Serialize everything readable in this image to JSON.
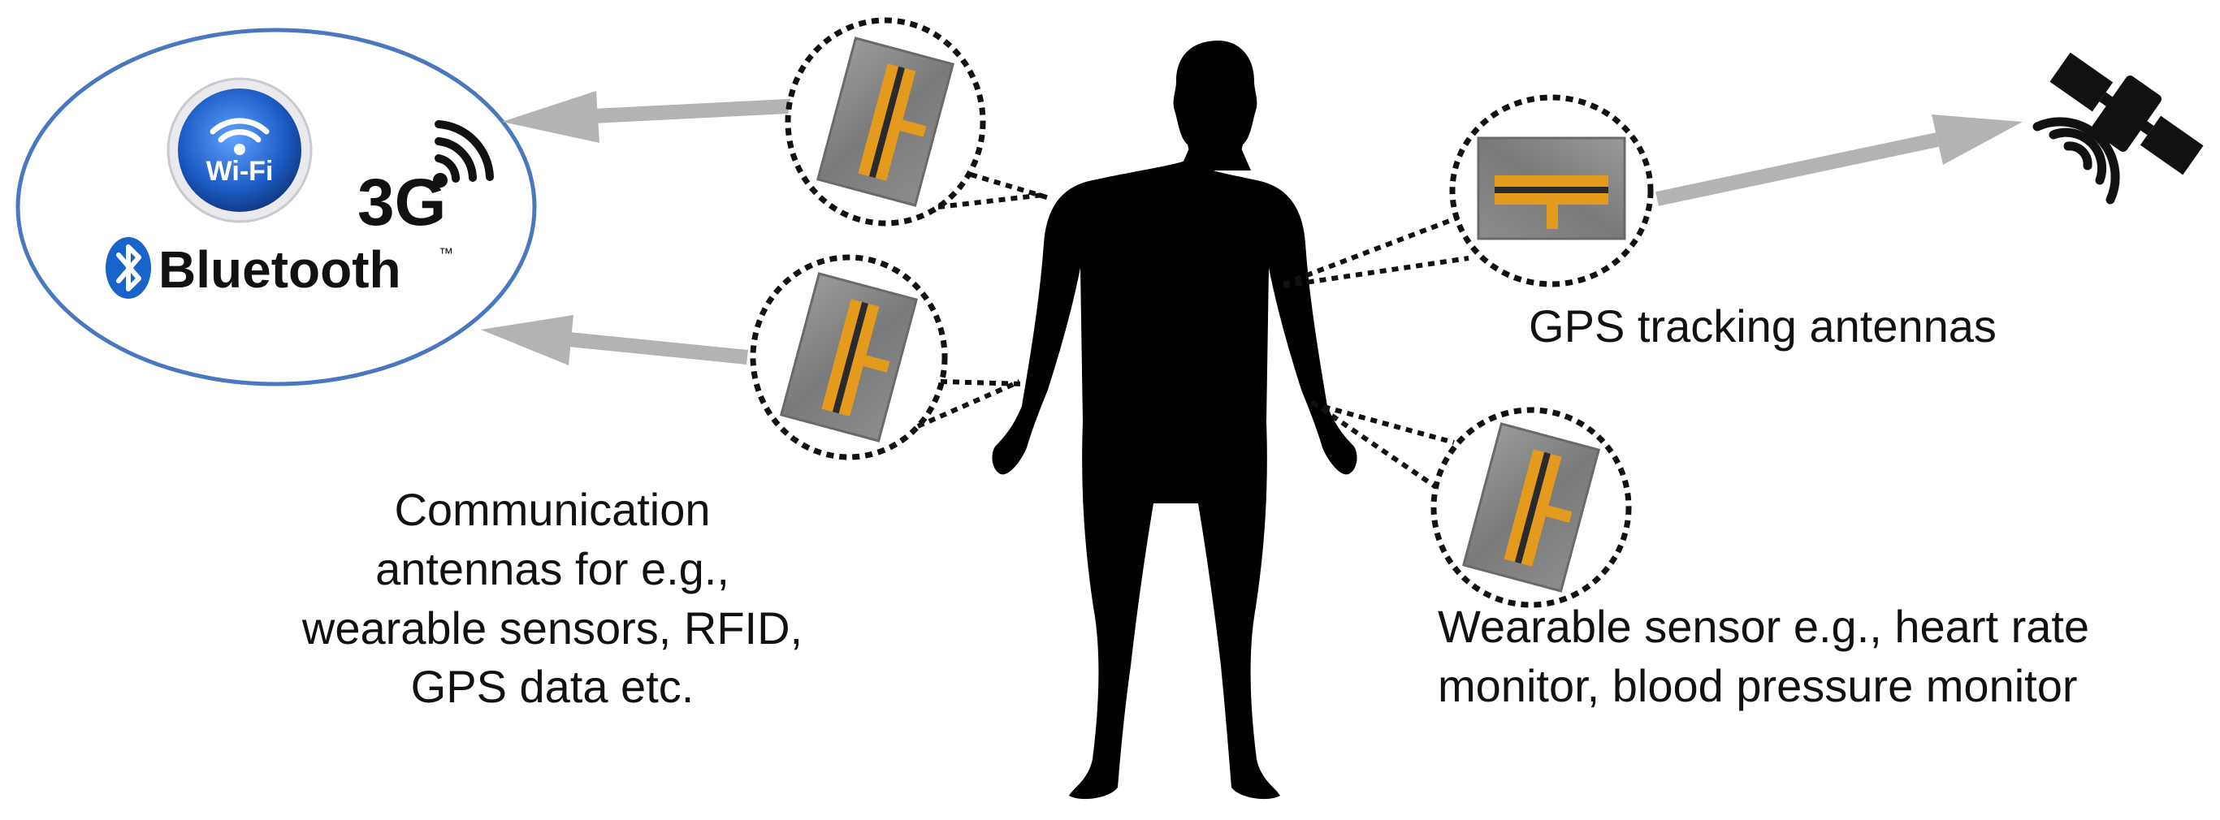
{
  "network": {
    "wifi_label": "Wi-Fi",
    "threeg_label": "3G",
    "bluetooth_label": "Bluetooth",
    "bluetooth_tm": "™"
  },
  "captions": {
    "communication": [
      "Communication",
      "antennas for e.g.,",
      "wearable sensors, RFID,",
      "GPS data etc."
    ],
    "gps": "GPS tracking antennas",
    "wearable": [
      "Wearable sensor e.g., heart rate",
      "monitor, blood pressure monitor"
    ]
  },
  "colors": {
    "oval_border": "#4a78c0",
    "arrow": "#b3b3b3",
    "silhouette": "#000000",
    "antenna_trace": "#e49a1c",
    "wifi_blue": "#2b6fd1",
    "bluetooth_blue": "#1a63c9"
  },
  "icons": [
    "wifi-icon",
    "cellular-signal-icon",
    "bluetooth-icon",
    "satellite-icon",
    "antenna-patch-icon"
  ]
}
